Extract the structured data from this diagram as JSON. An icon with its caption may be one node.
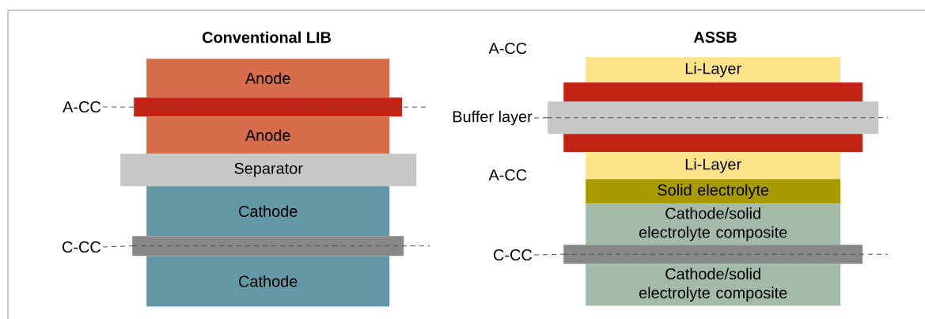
{
  "diagram": {
    "nodes": [
      {
        "text": [
          "Anode"
        ]
      },
      {
        "text": [],
        "shape": "bar"
      },
      {
        "text": [
          "Anode"
        ]
      },
      {
        "text": [
          "Separator"
        ]
      },
      {
        "text": [
          "Cathode"
        ]
      },
      {
        "text": [],
        "shape": "bar"
      },
      {
        "text": [
          "Cathode"
        ]
      },
      {
        "text": [
          "A-CC"
        ]
      },
      {
        "text": [
          "C-CC"
        ]
      },
      {
        "text": [
          "Li-Layer"
        ]
      },
      {
        "text": [],
        "shape": "bar"
      },
      {
        "text": [],
        "shape": "bar"
      },
      {
        "text": [
          "Li-Layer"
        ]
      },
      {
        "text": [
          "Solid electrolyte"
        ]
      },
      {
        "text": [
          "Cathode/solid electrolyte composite"
        ]
      },
      {
        "text": [],
        "shape": "bar"
      },
      {
        "text": [
          "Cathode/solid electrolyte composite"
        ]
      },
      {
        "text": [
          "Buffer layer"
        ]
      },
      {
        "text": [
          "C-CC"
        ]
      }
    ],
    "edges": [
      {
        "from": 7,
        "to": 1,
        "arrow": "none",
        "style": "dashed"
      },
      {
        "from": 8,
        "to": 5,
        "arrow": "none",
        "style": "dashed"
      },
      {
        "from": 17,
        "to": 11,
        "arrow": "none",
        "style": "dashed"
      },
      {
        "from": 18,
        "to": 15,
        "arrow": "none",
        "style": "dashed"
      }
    ],
    "labels": [
      "Conventional LIB",
      "ASSB",
      "A-CC",
      "A-CC"
    ]
  }
}
